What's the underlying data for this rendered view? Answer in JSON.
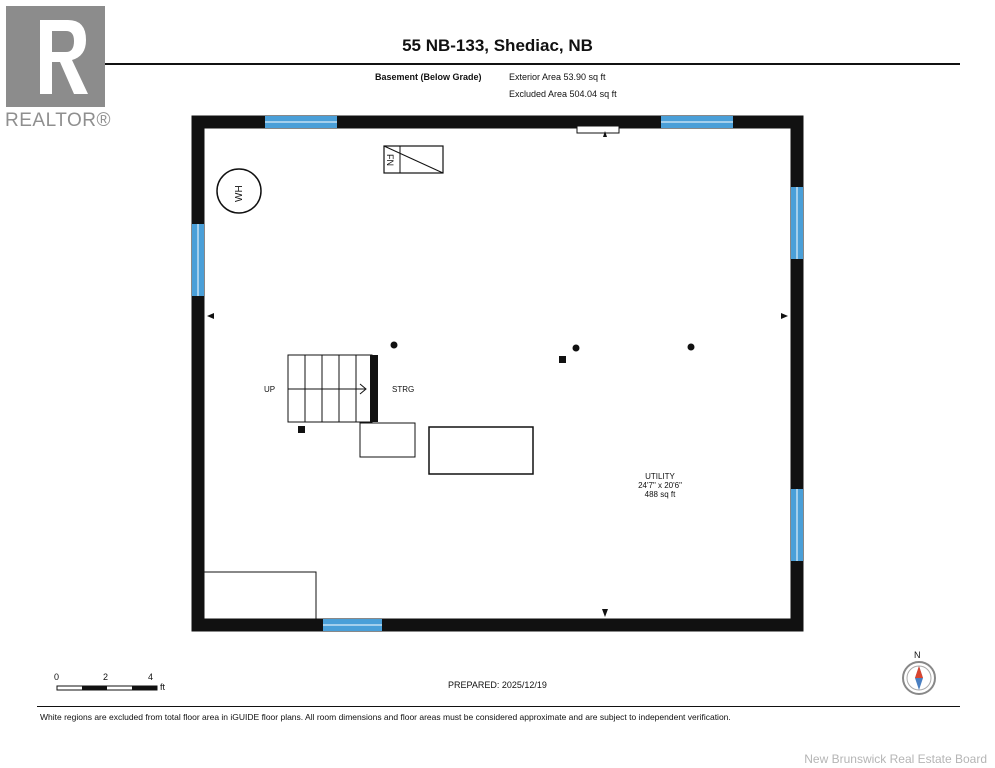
{
  "header": {
    "logo_label": "REALTOR®",
    "title": "55 NB-133, Shediac, NB",
    "floor_name": "Basement (Below Grade)",
    "exterior_area": "Exterior Area 53.90 sq ft",
    "excluded_area": "Excluded Area 504.04 sq ft"
  },
  "plan": {
    "labels": {
      "water_heater": "WH",
      "furnace": "FN",
      "stairs_up": "UP",
      "storage": "STRG"
    },
    "room": {
      "name": "UTILITY",
      "dimensions": "24'7\" x 20'6\"",
      "area": "488 sq ft"
    }
  },
  "scale_bar": {
    "ticks": [
      "0",
      "2",
      "4"
    ],
    "unit": "ft"
  },
  "compass": {
    "label": "N"
  },
  "prepared": "PREPARED: 2025/12/19",
  "disclaimer": "White regions are excluded from total floor area in iGUIDE floor plans. All room dimensions and floor areas must be considered approximate and are subject to independent verification.",
  "watermark": "New Brunswick Real Estate Board",
  "colors": {
    "wall": "#111111",
    "window": "#4a9fd8",
    "logo": "#8c8c8c"
  }
}
